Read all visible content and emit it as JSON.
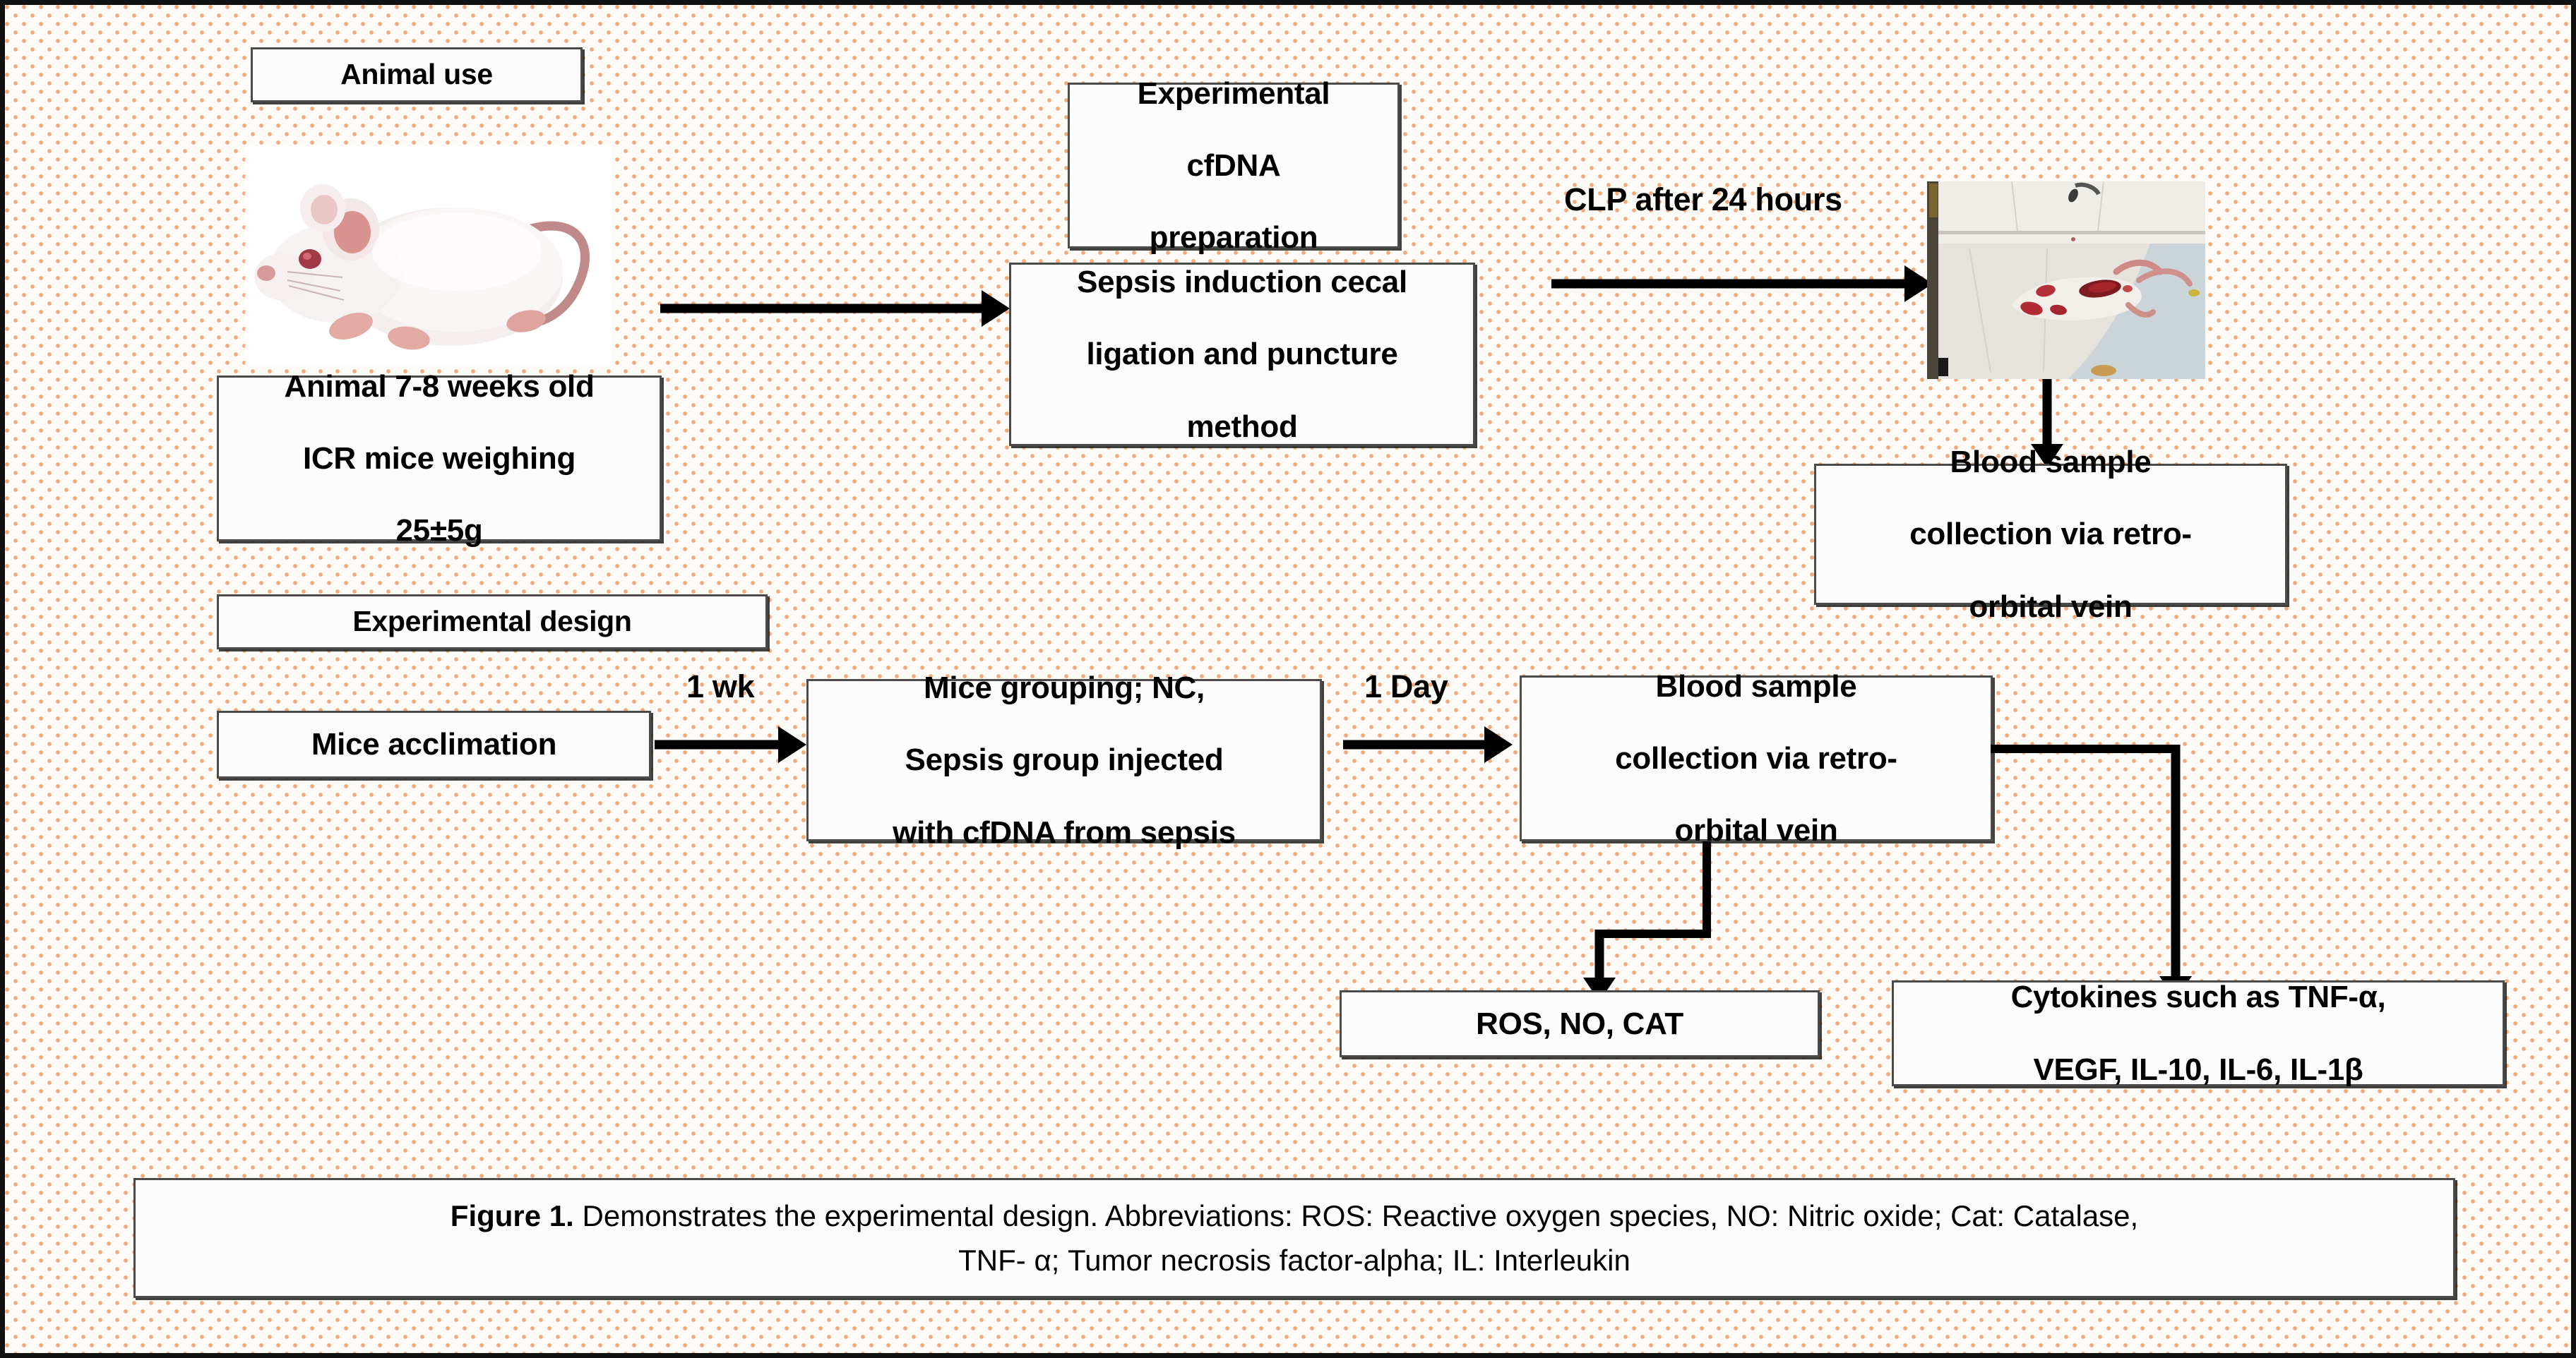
{
  "figure": {
    "boxes": {
      "animal_use": "Animal use",
      "animal_spec": "Animal 7-8 weeks old ICR mice weighing 25±5g",
      "cfdna_prep": "Experimental cfDNA preparation",
      "sepsis_induction": "Sepsis induction cecal ligation and puncture method",
      "blood_top": "Blood sample collection via retro-orbital vein",
      "experimental_design": "Experimental design",
      "mice_acclimation": "Mice acclimation",
      "mice_grouping": "Mice grouping; NC, Sepsis group injected with cfDNA from sepsis",
      "blood_bottom": "Blood sample collection via retro-orbital vein",
      "ros_no_cat": "ROS, NO, CAT",
      "cytokines": "Cytokines  such as TNF-α, VEGF, IL-10, IL-6, IL-1β"
    },
    "box_lines": {
      "animal_spec": [
        "Animal 7-8 weeks old",
        "ICR mice weighing",
        "25±5g"
      ],
      "cfdna_prep": [
        "Experimental",
        "cfDNA",
        "preparation"
      ],
      "sepsis_induction": [
        "Sepsis induction cecal",
        "ligation and puncture",
        "method"
      ],
      "blood_top": [
        "Blood sample",
        "collection via retro-",
        "orbital vein"
      ],
      "mice_grouping": [
        "Mice grouping; NC,",
        "Sepsis group injected",
        "with cfDNA from sepsis"
      ],
      "blood_bottom": [
        "Blood sample",
        "collection via retro-",
        "orbital vein"
      ],
      "cytokines": [
        "Cytokines  such as TNF-α,",
        "VEGF, IL-10, IL-6, IL-1β"
      ]
    },
    "edge_labels": {
      "clp": "CLP after 24 hours",
      "one_week": "1 wk",
      "one_day": "1 Day"
    },
    "photos": {
      "mouse": "white-laboratory-mouse-photo",
      "clp": "clp-surgery-mouse-photo"
    },
    "caption": {
      "label": "Figure 1.",
      "line1_rest": " Demonstrates the experimental design. Abbreviations: ROS: Reactive oxygen species, NO: Nitric oxide; Cat: Catalase,",
      "line2": "TNF- α; Tumor necrosis factor-alpha; IL: Interleukin"
    },
    "colors": {
      "dot_pattern": "#F6A878",
      "background": "#FDFBF8",
      "box_border": "#4A4A4A",
      "arrow": "#000000",
      "outer_border": "#111111"
    }
  }
}
